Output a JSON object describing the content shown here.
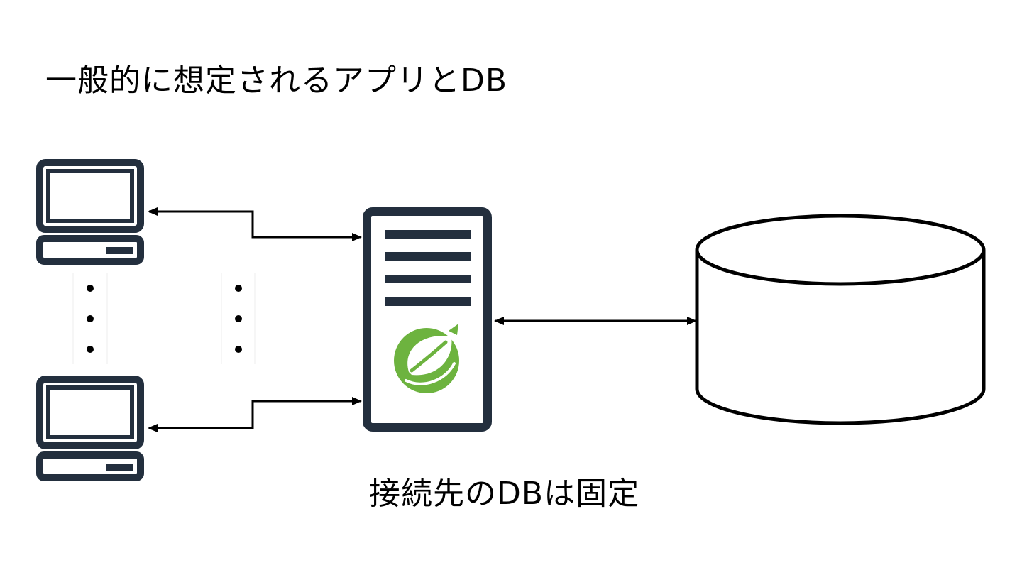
{
  "title": "一般的に想定されるアプリとDB",
  "caption": "接続先のDBは固定",
  "colors": {
    "dark": "#232F3E",
    "line": "#000000",
    "spring_green": "#6DB33F",
    "background": "#FFFFFF"
  },
  "icons": {
    "client_top": "desktop-computer-icon",
    "client_bottom": "desktop-computer-icon",
    "server": "server-icon",
    "framework_logo": "spring-leaf-logo",
    "database": "database-cylinder-icon",
    "ellipsis": "vertical-ellipsis-icon"
  }
}
